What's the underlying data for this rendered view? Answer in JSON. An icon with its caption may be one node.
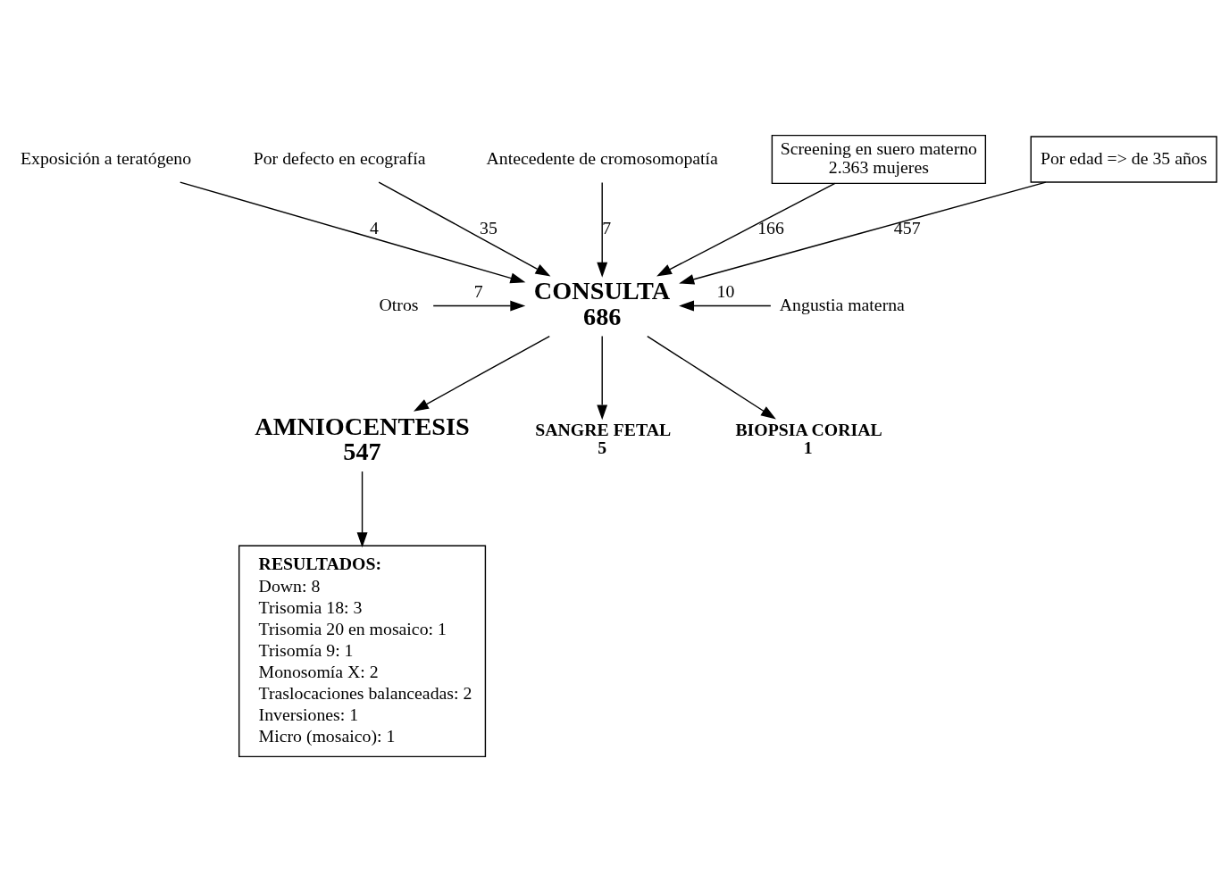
{
  "diagram": {
    "nodes": [
      {
        "text": [
          "Por defecto en ecografía"
        ]
      },
      {
        "text": [
          "Antecedente de cromosomopatía"
        ]
      },
      {
        "text": [
          "Screening en suero materno",
          "2.363 mujeres"
        ]
      },
      {
        "text": [
          "Exposición a teratógeno"
        ]
      },
      {
        "text": [
          "Por edad => de 35 años"
        ]
      },
      {
        "text": [
          "Otros"
        ]
      },
      {
        "text": [
          "CONSULTA",
          "686"
        ]
      },
      {
        "text": [
          "Angustia materna"
        ]
      },
      {
        "text": [
          "SANGRE FETAL",
          "5"
        ]
      },
      {
        "text": [
          "AMNIOCENTESIS",
          "547"
        ]
      },
      {
        "text": [
          "BIOPSIA CORIAL",
          "1"
        ]
      },
      {
        "text": [
          "RESULTADOS:",
          "Down: 8",
          "Trisomia 18: 3",
          "Trisomia 20 en mosaico: 1",
          "Trisomía 9: 1",
          "Monosomía X: 2",
          "Traslocaciones balanceadas: 2",
          "Inversiones: 1",
          "Micro (mosaico): 1"
        ]
      }
    ],
    "edges": [
      {
        "from": 0,
        "to": 6,
        "arrow": "to",
        "label": "35"
      },
      {
        "from": 1,
        "to": 6,
        "arrow": "to",
        "label": "7"
      },
      {
        "from": 2,
        "to": 6,
        "arrow": "to",
        "label": "166"
      },
      {
        "from": 3,
        "to": 6,
        "arrow": "to",
        "label": "4"
      },
      {
        "from": 4,
        "to": 6,
        "arrow": "to",
        "label": "457"
      },
      {
        "from": 5,
        "to": 6,
        "arrow": "to",
        "label": "7"
      },
      {
        "from": 7,
        "to": 6,
        "arrow": "to",
        "label": "10"
      },
      {
        "from": 6,
        "to": 9,
        "arrow": "to"
      },
      {
        "from": 6,
        "to": 8,
        "arrow": "to"
      },
      {
        "from": 6,
        "to": 10,
        "arrow": "to"
      },
      {
        "from": 9,
        "to": 11,
        "arrow": "to"
      }
    ]
  }
}
